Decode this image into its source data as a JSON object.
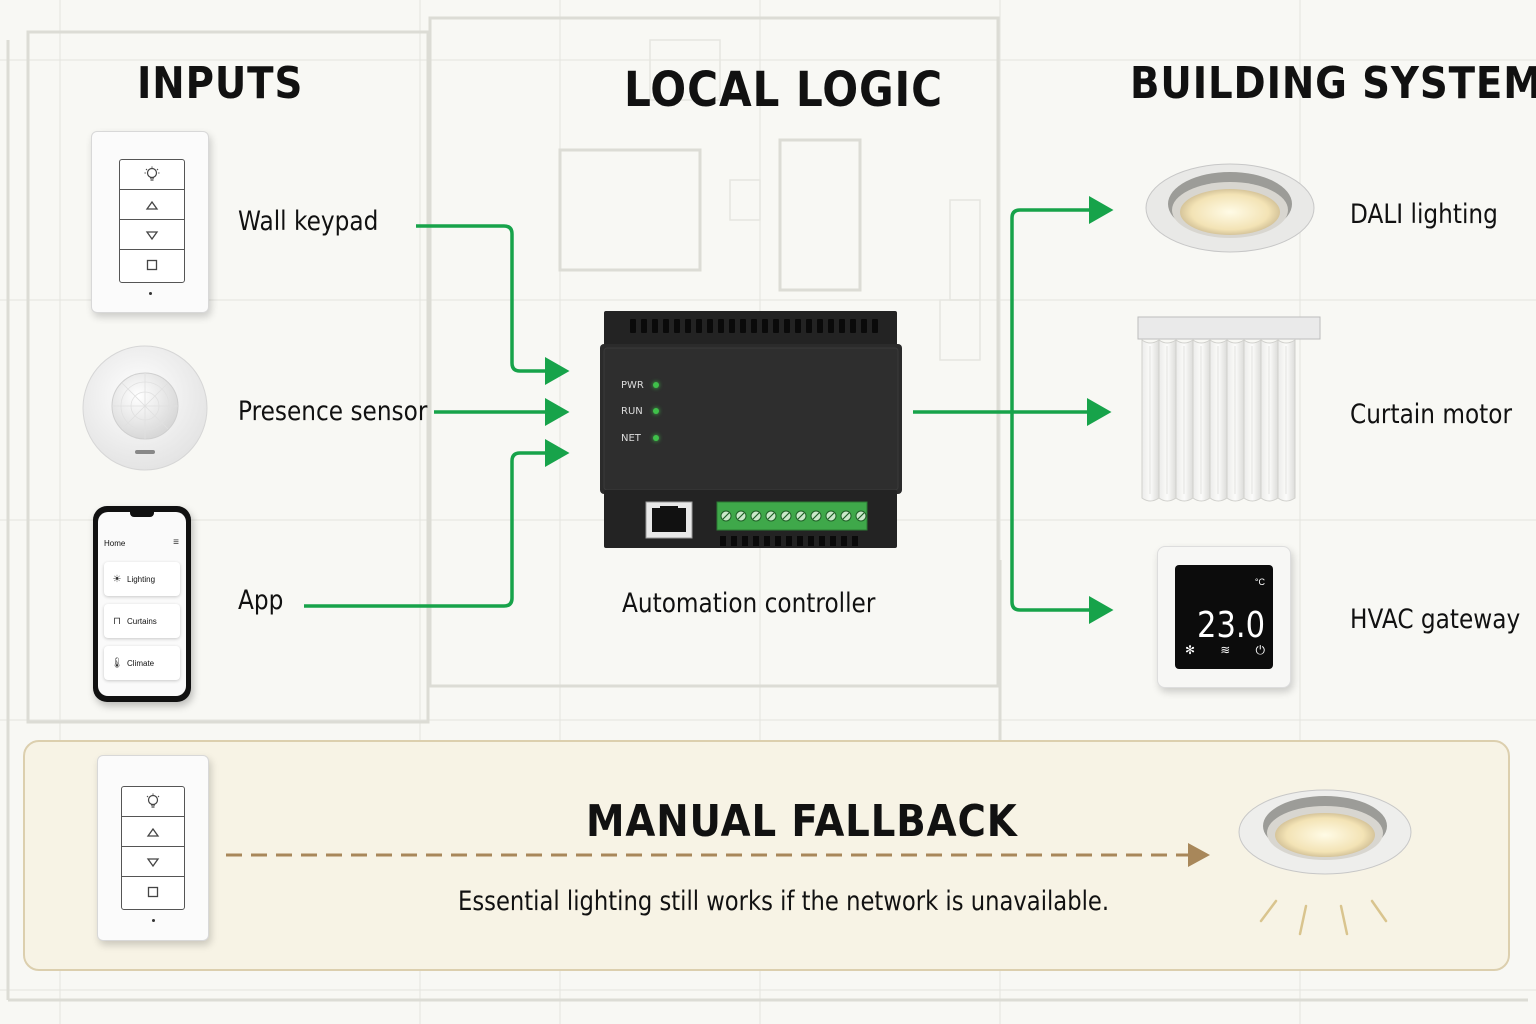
{
  "columns": {
    "inputs": "INPUTS",
    "logic": "LOCAL LOGIC",
    "systems": "BUILDING SYSTEMS"
  },
  "inputs": {
    "wall_keypad": "Wall keypad",
    "presence_sensor": "Presence sensor",
    "app": "App"
  },
  "app_screen": {
    "home": "Home",
    "items": [
      "Lighting",
      "Curtains",
      "Climate"
    ]
  },
  "controller": {
    "label": "Automation controller",
    "leds": [
      "PWR",
      "RUN",
      "NET"
    ]
  },
  "systems": {
    "dali": "DALI lighting",
    "curtain": "Curtain motor",
    "hvac": "HVAC gateway"
  },
  "thermostat": {
    "temperature": "23.0",
    "unit": "°C"
  },
  "fallback": {
    "title": "MANUAL FALLBACK",
    "description": "Essential lighting still works if the network is unavailable."
  },
  "colors": {
    "arrow": "#17a34a",
    "fallback_arrow": "#a8875a",
    "fallback_bg": "#f7f3e5",
    "controller": "#2a2a2a",
    "terminal": "#3fa84a"
  },
  "icons": [
    "bulb-icon",
    "up-arrow-icon",
    "down-arrow-icon",
    "stop-icon",
    "menu-icon",
    "thermometer-icon",
    "fan-icon",
    "power-icon"
  ]
}
